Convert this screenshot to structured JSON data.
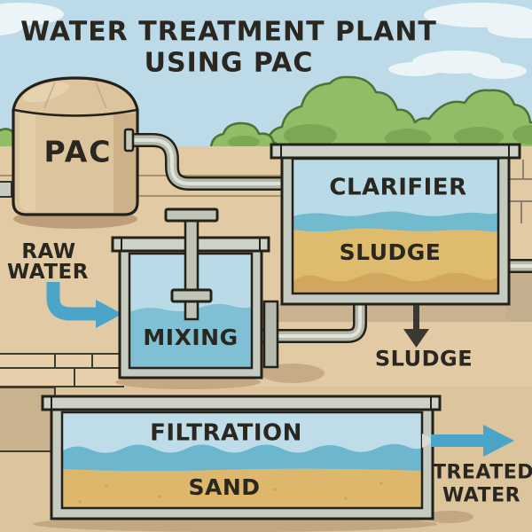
{
  "title": {
    "line1": "WATER TREATMENT PLANT",
    "line2": "USING PAC"
  },
  "labels": {
    "pac_tank": "PAC",
    "raw_water_line1": "RAW",
    "raw_water_line2": "WATER",
    "mixing_tank": "MIXING",
    "clarifier_tank": "CLARIFIER",
    "clarifier_sludge_layer": "SLUDGE",
    "sludge_outlet": "SLUDGE",
    "filtration_tank": "FILTRATION",
    "filtration_sand_layer": "SAND",
    "treated_water_line1": "TREATED",
    "treated_water_line2": "WATER"
  },
  "icons": {
    "raw_water_arrow": "blue-curved-arrow-right",
    "sludge_arrow": "black-arrow-down",
    "treated_water_arrow": "blue-arrow-right",
    "mixer": "stirrer-with-paddle"
  },
  "colors": {
    "sky": "#bddae8",
    "cloud": "#eef6f8",
    "bush_green": "#93bc67",
    "bush_shade": "#77a451",
    "bush_outline": "#4d7136",
    "ground_tan": "#e1caa4",
    "ground_shadow": "#c8b292",
    "tank_body_tan": "#dcc49d",
    "frame_gray": "#c6cbc0",
    "pipe_gray": "#b5baac",
    "water_light": "#b9dbe7",
    "water_dark": "#72bace",
    "sludge_sand": "#dfbb6e",
    "sand_dark": "#cfa45c",
    "arrow_blue": "#4aa5c8",
    "arrow_black": "#3b392e",
    "outline_dark": "#23211a",
    "text_dark": "#29271f"
  }
}
